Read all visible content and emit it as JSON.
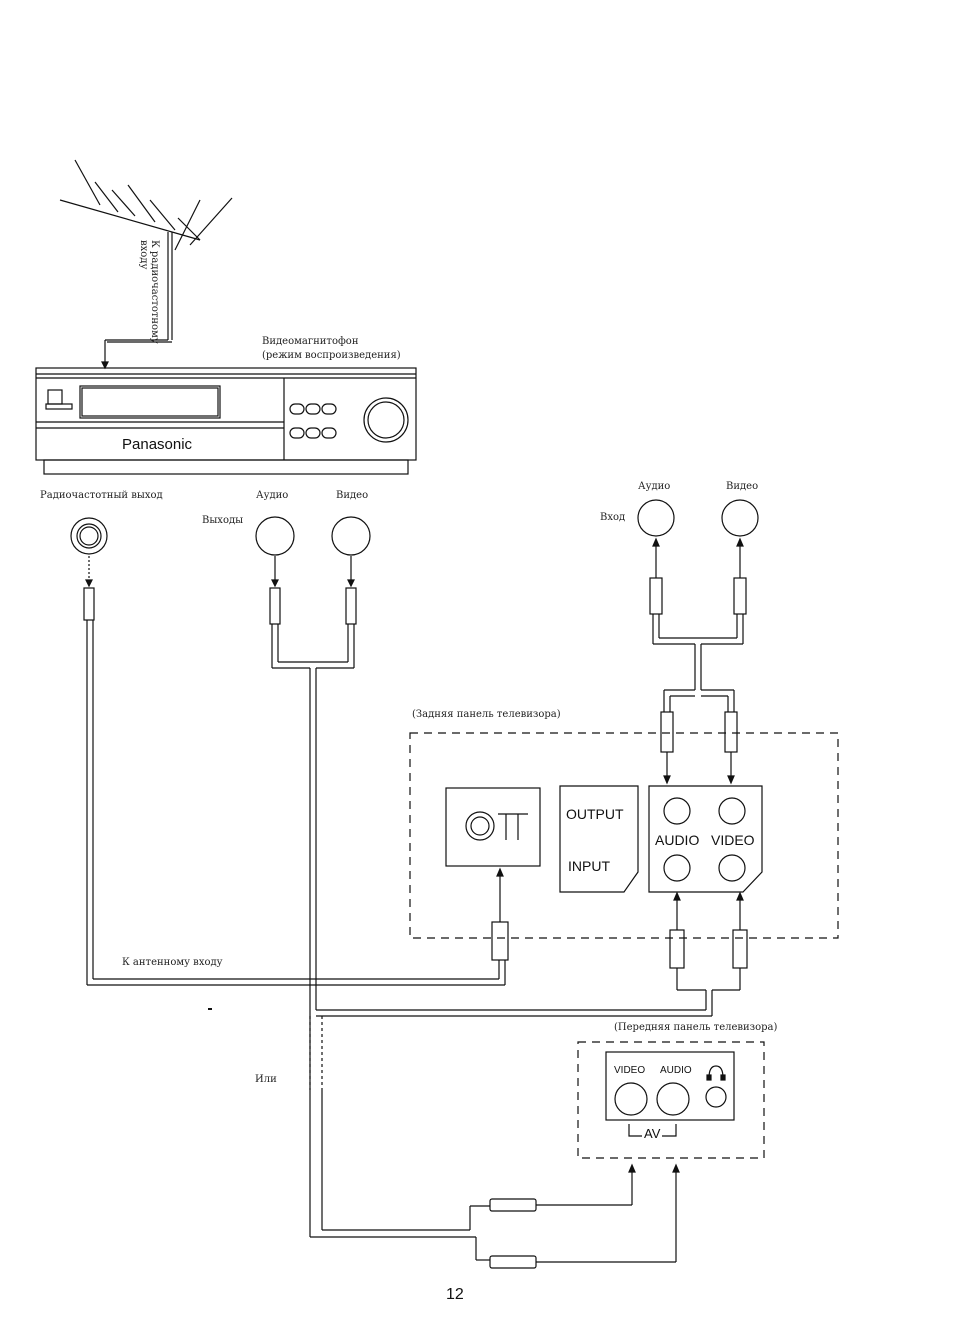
{
  "antenna": {
    "label_line1": "К радиочастотному",
    "label_line2": "входу"
  },
  "vcr": {
    "title_line1": "Видеомагнитофон",
    "title_line2": "(режим воспроизведения)",
    "brand": "Panasonic",
    "rf_out_label": "Радиочастотный выход",
    "outputs_label": "Выходы",
    "audio_label": "Аудио",
    "video_label": "Видео"
  },
  "tv_input": {
    "audio_label": "Аудио",
    "video_label": "Видео",
    "input_label": "Вход"
  },
  "rear_panel": {
    "title": "(Задняя панель телевизора)",
    "output_label": "OUTPUT",
    "input_label": "INPUT",
    "audio_label": "AUDIO",
    "video_label": "VIDEO"
  },
  "antenna_input_label": "К антенному входу",
  "or_label": "Или",
  "front_panel": {
    "title": "(Передняя панель телевизора)",
    "video_label": "VIDEO",
    "audio_label": "AUDIO",
    "av_label": "AV"
  },
  "page_number": "12"
}
